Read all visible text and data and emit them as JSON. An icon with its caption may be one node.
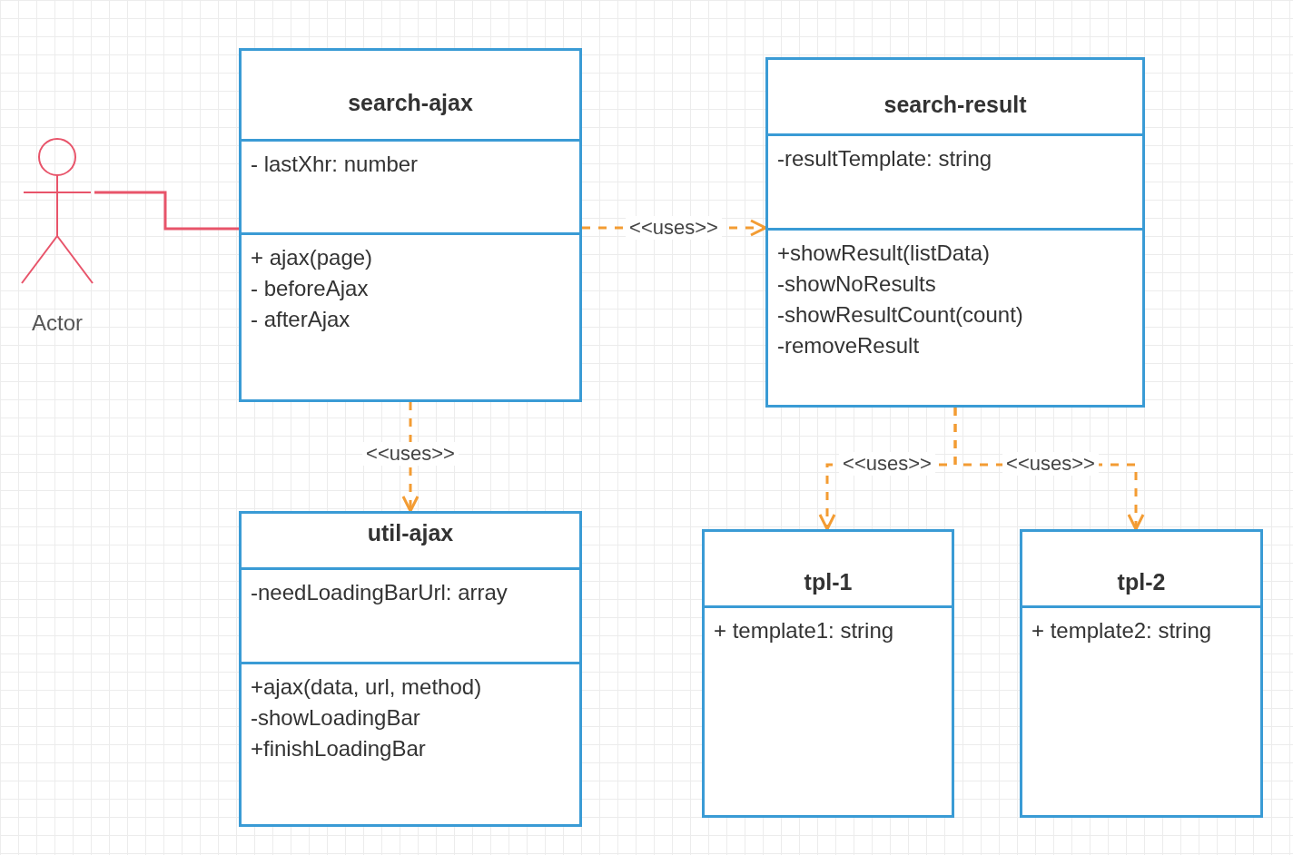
{
  "diagram": {
    "nodes": [
      {
        "text": [],
        "shape": "person",
        "beside": [
          "Actor"
        ]
      },
      {
        "text": [
          "search-ajax"
        ]
      },
      {
        "text": [
          "- lastXhr: number"
        ],
        "in": 1
      },
      {
        "text": [
          "+ ajax(page)",
          "- beforeAjax",
          "- afterAjax"
        ],
        "in": 1
      },
      {
        "text": [
          "search-result"
        ]
      },
      {
        "text": [
          "-resultTemplate: string"
        ],
        "in": 4
      },
      {
        "text": [
          "+showResult(listData)",
          "-showNoResults",
          "-showResultCount(count)",
          "-removeResult"
        ],
        "in": 4
      },
      {
        "text": [
          "util-ajax"
        ]
      },
      {
        "text": [
          "-needLoadingBarUrl: array"
        ],
        "in": 7
      },
      {
        "text": [
          "+ajax(data, url, method)",
          "-showLoadingBar",
          "+finishLoadingBar"
        ],
        "in": 7
      },
      {
        "text": [
          "tpl-1"
        ]
      },
      {
        "text": [
          "+ template1: string"
        ],
        "in": 10
      },
      {
        "text": [
          "tpl-2"
        ]
      },
      {
        "text": [
          "+ template2: string"
        ],
        "in": 12
      }
    ],
    "edges": [
      {
        "from": 0,
        "to": 1,
        "arrow": "none",
        "color": "#e8546a"
      },
      {
        "from": 1,
        "to": 4,
        "arrow": "to",
        "label": "<<uses>>",
        "style": "dashed"
      },
      {
        "from": 1,
        "to": 7,
        "arrow": "to",
        "label": "<<uses>>",
        "style": "dashed"
      },
      {
        "from": 4,
        "to": 10,
        "arrow": "to",
        "label": "<<uses>>",
        "style": "dashed"
      },
      {
        "from": 4,
        "to": 12,
        "arrow": "to",
        "label": "<<uses>>",
        "style": "dashed"
      }
    ]
  }
}
